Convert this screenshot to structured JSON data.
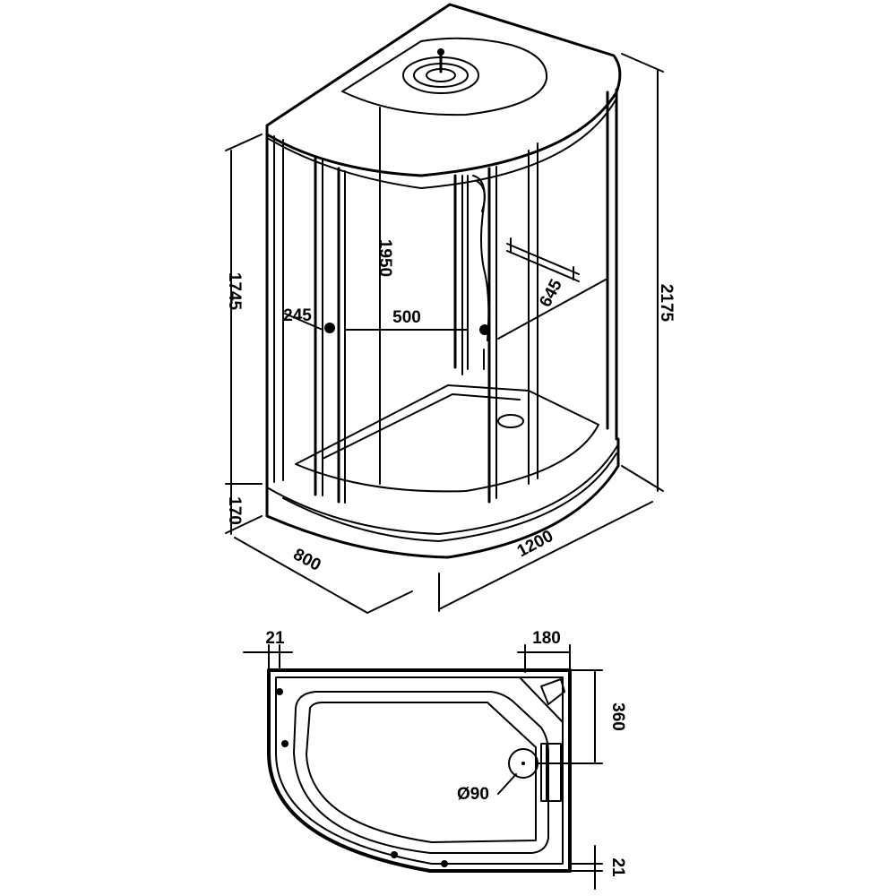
{
  "dimensions": {
    "total_height": "2175",
    "cabin_height": "1745",
    "tray_height": "170",
    "inner_height": "1950",
    "side_width": "245",
    "door_opening": "500",
    "side_panel": "645",
    "depth": "800",
    "length": "1200"
  },
  "plan": {
    "wall_thickness_top": "21",
    "corner_width": "180",
    "panel_height": "360",
    "drain_diameter": "Ø90",
    "wall_thickness_bottom": "21"
  }
}
